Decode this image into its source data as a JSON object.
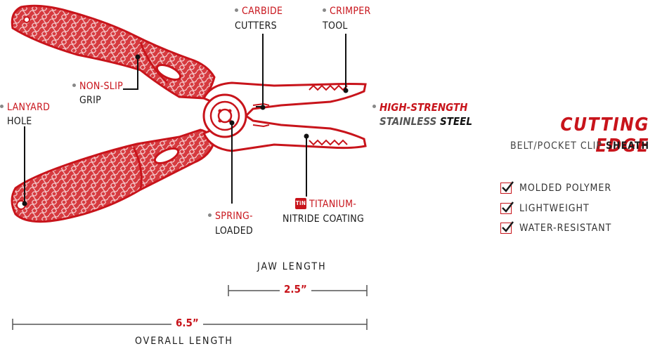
{
  "callouts": {
    "carbide": {
      "line1": "CARBIDE",
      "line2": "CUTTERS"
    },
    "crimper": {
      "line1": "CRIMPER",
      "line2": "TOOL"
    },
    "nonslip": {
      "line1": "NON-SLIP",
      "line2": "GRIP"
    },
    "lanyard": {
      "line1": "LANYARD",
      "line2": "HOLE"
    },
    "spring": {
      "line1": "SPRING-",
      "line2": "LOADED"
    },
    "titanium": {
      "badge": "TiN",
      "line1": "TITANIUM-",
      "line2": "NITRIDE COATING"
    },
    "steel": {
      "line1": "HIGH-STRENGTH",
      "line2a": "STAINLESS",
      "line2b": "STEEL"
    }
  },
  "sheath": {
    "title": "CUTTING EDGE",
    "subtitle_a": "BELT/POCKET CLIP",
    "subtitle_b": "SHEATH",
    "features": [
      "MOLDED POLYMER",
      "LIGHTWEIGHT",
      "WATER-RESISTANT"
    ]
  },
  "dimensions": {
    "jaw_label": "JAW LENGTH",
    "jaw_value": "2.5”",
    "overall_value": "6.5”",
    "overall_label": "OVERALL LENGTH"
  },
  "colors": {
    "accent": "#c8141b",
    "text": "#1a1a1a"
  }
}
